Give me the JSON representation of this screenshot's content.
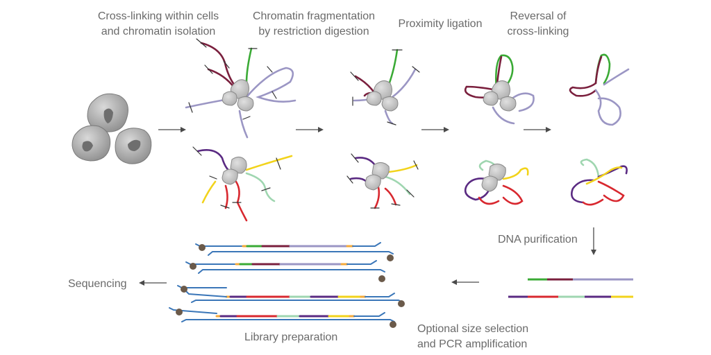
{
  "labels": {
    "step1_line1": "Cross-linking within cells",
    "step1_line2": "and chromatin isolation",
    "step2_line1": "Chromatin fragmentation",
    "step2_line2": "by restriction digestion",
    "step3": "Proximity ligation",
    "step4_line1": "Reversal of",
    "step4_line2": "cross-linking",
    "dna_purification": "DNA purification",
    "size_selection_line1": "Optional size selection",
    "size_selection_line2": "and PCR amplification",
    "library_preparation": "Library preparation",
    "sequencing": "Sequencing"
  },
  "colors": {
    "maroon": "#7a1f3d",
    "green": "#3aaa35",
    "lavender": "#9b96c4",
    "purple": "#5a2a82",
    "yellow": "#f2d31b",
    "mint": "#9fd6b0",
    "red": "#d8282f",
    "blue": "#3a76b8",
    "orange": "#f4a93a",
    "cell_gray": "#a8a8a8",
    "protein_gray": "#c9c9c9",
    "text_gray": "#6a6a6a",
    "adapter_brown": "#6b5a4a"
  }
}
